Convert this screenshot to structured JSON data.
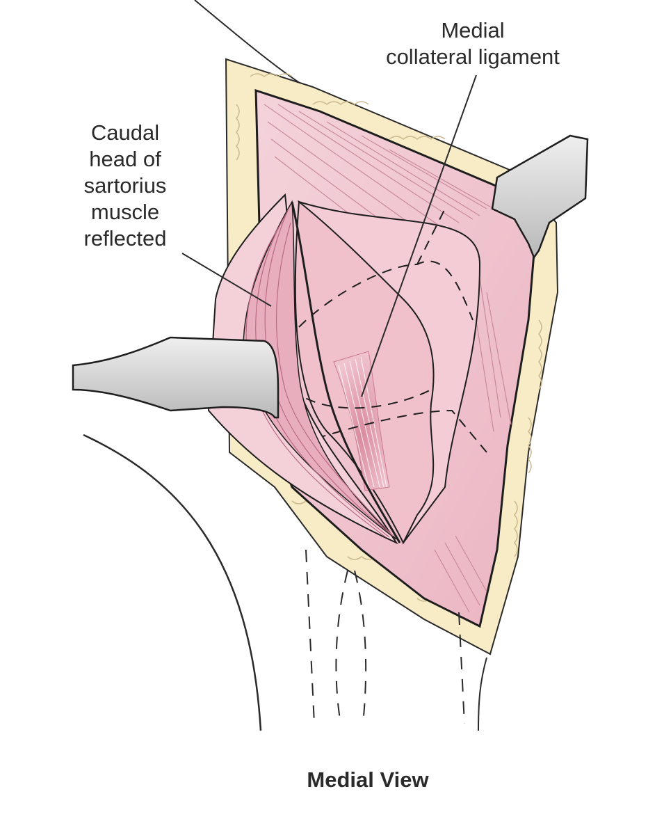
{
  "figure": {
    "labels": {
      "medial_collateral_ligament": {
        "line1": "Medial",
        "line2": "collateral ligament"
      },
      "sartorius": {
        "lines": [
          "Caudal",
          "head of",
          "sartorius",
          "muscle",
          "reflected"
        ]
      }
    },
    "caption": "Medial View",
    "colors": {
      "skin_fat": "#f8ecc7",
      "muscle": "#f1c6cf",
      "muscle_dark": "#e3a2b2",
      "retractor": "#d2d2d2",
      "outline": "#1e1e1e"
    },
    "icons": [
      "retractor-upper",
      "retractor-left"
    ]
  }
}
